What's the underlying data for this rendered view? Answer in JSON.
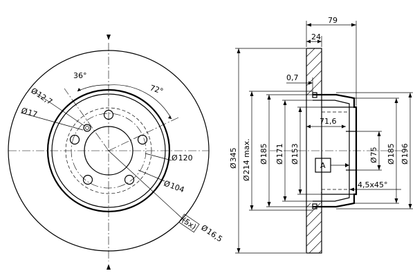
{
  "front_view": {
    "angle_a": "36°",
    "angle_b": "72°",
    "d_hole_small": "12,7",
    "d_hole_outer": "17",
    "d_pcd": "120",
    "d_hub": "104",
    "bolt_count": "(5x)",
    "d_bolt": "16,5"
  },
  "side_view": {
    "total_width": "79",
    "disc_thickness": "24",
    "min_thickness": "0,7",
    "hat_depth": "71,6",
    "d_outer": "345",
    "d_max": "214 max.",
    "d_185_a": "185",
    "d_171": "171",
    "d_153": "153",
    "d_75": "75",
    "d_185_b": "185",
    "d_196": "196",
    "chamfer": "4,5x45°",
    "datum": "A"
  },
  "symbols": {
    "diameter": "Ø"
  }
}
